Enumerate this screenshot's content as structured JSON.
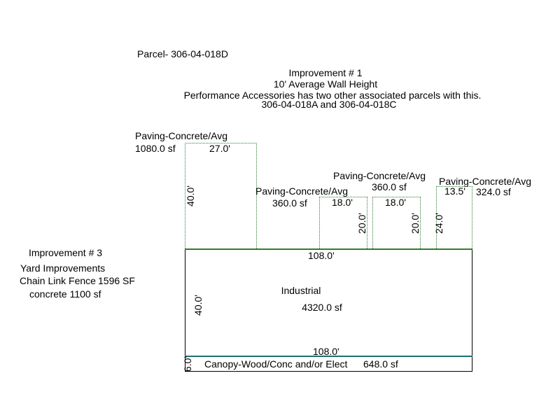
{
  "header": {
    "parcel": "Parcel- 306-04-018D",
    "improvement1": {
      "title": "Improvement # 1",
      "wall_height": "10' Average Wall Height",
      "note": "Performance Accessories has two other associated parcels with this.",
      "parcels": "306-04-018A and 306-04-018C"
    }
  },
  "improvement3": {
    "title": "Improvement # 3",
    "subtitle": "Yard Improvements",
    "fence_label": "Chain Link Fence",
    "fence_area": "1596 SF",
    "concrete": "concrete  1100 sf"
  },
  "areas": {
    "paving1": {
      "label": "Paving-Concrete/Avg",
      "area": "1080.0 sf",
      "width": "27.0'",
      "depth": "40.0'"
    },
    "paving2": {
      "label": "Paving-Concrete/Avg",
      "area": "360.0 sf",
      "width": "18.0'",
      "depth": "20.0'"
    },
    "paving3": {
      "label": "Paving-Concrete/Avg",
      "area": "360.0 sf",
      "width": "18.0'",
      "depth": "20.0'"
    },
    "paving4": {
      "label": "Paving-Concrete/Avg",
      "area": "324.0 sf",
      "width": "13.5'",
      "depth": "24.0'"
    },
    "industrial": {
      "label": "Industrial",
      "area": "4320.0 sf",
      "width_top": "108.0'",
      "depth": "40.0'"
    },
    "canopy": {
      "label": "Canopy-Wood/Conc and/or Elect",
      "area": "648.0 sf",
      "width": "108.0'",
      "depth": "6.0'"
    }
  },
  "colors": {
    "dotted_line": "#2e7d32",
    "canopy_line": "#1f6f6f"
  }
}
